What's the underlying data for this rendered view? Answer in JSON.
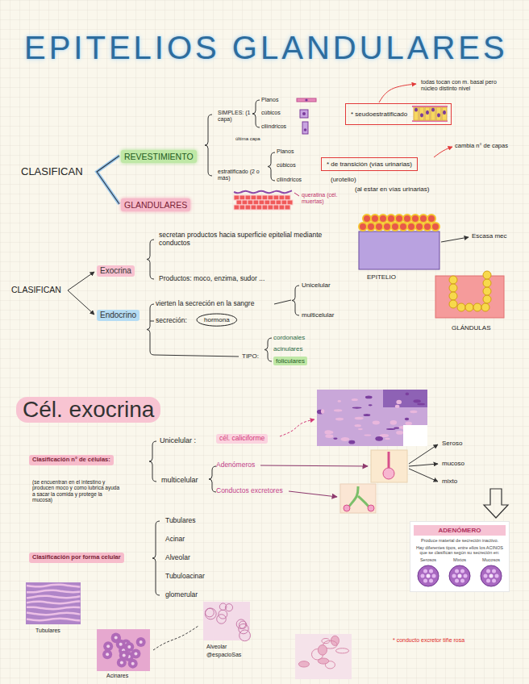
{
  "diagram": {
    "title": "EPITELIOS GLANDULARES",
    "nodes": [
      {
        "text": [
          "* seudoestratificado"
        ]
      },
      {
        "text": [
          "REVESTIMIENTO"
        ]
      },
      {
        "text": [
          "* de transición (vías urinarias)"
        ]
      },
      {
        "text": [
          "GLANDULARES"
        ]
      },
      {
        "text": [
          "Exocrina"
        ]
      },
      {
        "text": [
          "Endocrino"
        ]
      },
      {
        "text": [
          "hormona"
        ]
      },
      {
        "text": [
          "foliculares"
        ]
      },
      {
        "text": [
          "Cél. exocrina"
        ]
      },
      {
        "text": [
          "cél. caliciforme"
        ]
      },
      {
        "text": [
          "Clasificación n° de células:"
        ]
      },
      {
        "text": [
          "ADENÓMERO",
          "Produce material de secreción inactivo.",
          "Hay diferentes tipos, entre ellos los ACINOS que se clasifican según su secreción en:",
          "Serosos",
          "Mixtos",
          "Mucosos"
        ]
      },
      {
        "text": [
          "Clasificación por forma celular"
        ]
      }
    ],
    "labels": [
      "todas tocan con m. basal pero núcleo distinto nivel",
      "SIMPLES: (1 capa)",
      "Planos",
      "cúbicos",
      "cilíndricos",
      "cambia n° de capas",
      "CLASIFICAN",
      "última capa",
      "Planos",
      "cúbicos",
      "estratificado (2 o más)",
      "cilíndricos",
      "(urotelio)",
      "(al estar en vías urinarias)",
      "queratina (cél. muertas)",
      "secretan productos hacia superficie epitelial mediante conductos",
      "EPITELIO",
      "Escasa mec",
      "CLASIFICAN",
      "Productos: moco, enzima, sudor ...",
      "Unicelular",
      "vierten la secreción en la sangre",
      "multicelular",
      "secreción:",
      "GLÁNDULAS",
      "TIPO:",
      "cordonales",
      "acinulares",
      "Unicelular :",
      "Seroso",
      "(se encuentran en el intestino y producen moco y como lubrica ayuda a sacar la comida y protege la mucosa)",
      "mucoso",
      "multicelular",
      "Adenómeros",
      "mixto",
      "Conductos excretores",
      "Tubulares",
      "Acinar",
      "Alveolar",
      "Tubuloacinar",
      "glomerular",
      "Tubulares",
      "* conducto excretor tiñe rosa",
      "Alveolar",
      "@espacioSas",
      "Acinares"
    ]
  }
}
